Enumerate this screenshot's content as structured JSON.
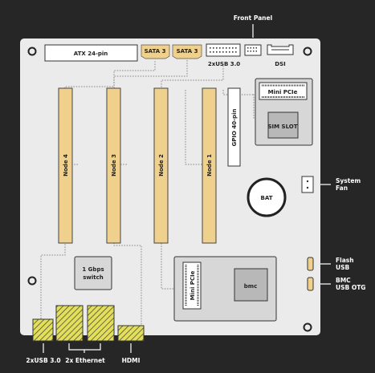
{
  "title": "",
  "labels": {
    "front_panel": "Front Panel",
    "atx": "ATX 24-pin",
    "sata_1": "SATA 3",
    "sata_2": "SATA 3",
    "usb_header": "2xUSB 3.0",
    "dsi": "DSI",
    "mini_pcie_top": "Mini PCIe",
    "sim_slot": "SIM SLOT",
    "gpio": "GPIO 40-pin",
    "node_4": "Node 4",
    "node_3": "Node 3",
    "node_2": "Node 2",
    "node_1": "Node 1",
    "system_fan_1": "System",
    "system_fan_2": "Fan",
    "bat": "BAT",
    "switch_1": "1 Gbps",
    "switch_2": "switch",
    "mini_pcie_bmc": "Mini PCIe",
    "bmc": "bmc",
    "flash_usb_1": "Flash",
    "flash_usb_2": "USB",
    "bmc_usb_otg_1": "BMC",
    "bmc_usb_otg_2": "USB OTG",
    "usb_bottom": "2xUSB 3.0",
    "ethernet": "2x Ethernet",
    "hdmi": "HDMI"
  },
  "colors": {
    "background": "#262626",
    "board": "#ebebeb",
    "slot": "#efd08c",
    "module": "#d7d7d7",
    "port_fill": "#e3df5b",
    "line": "#8a8a8a"
  }
}
